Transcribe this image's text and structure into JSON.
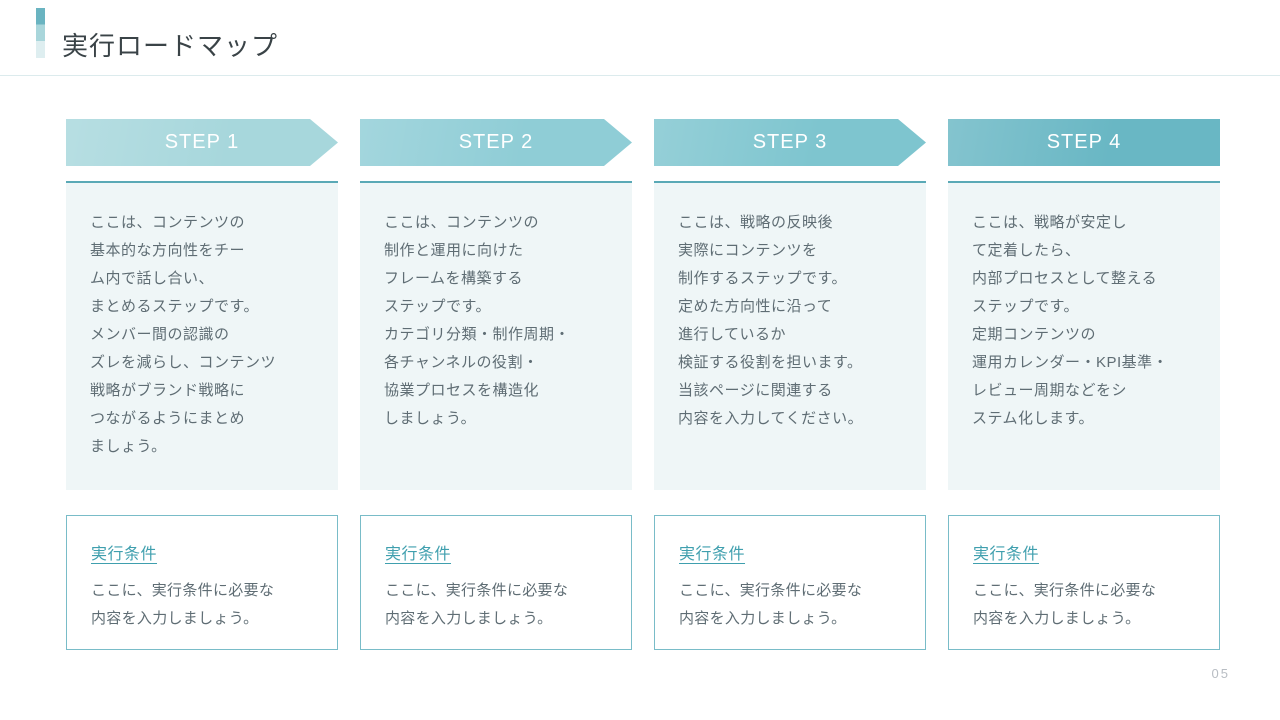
{
  "slide": {
    "title": "実行ロードマップ",
    "page_number": "05"
  },
  "colors": {
    "accent_bar_top": "#6ab4c1",
    "accent_bar_middle": "#a9d6db",
    "accent_bar_bottom": "#deeef0",
    "header_divider": "#dcebed",
    "step_underline": "#5aa9b6",
    "description_background": "#eff6f7",
    "condition_border": "#79bcc8",
    "condition_link": "#3f9fae",
    "body_text": "#5f6d74",
    "title_text": "#3a4347",
    "page_number_text": "#b8bdc3"
  },
  "steps": [
    {
      "label": "STEP 1",
      "header_color": "#a7d7dc",
      "description": "ここは、コンテンツの\n基本的な方向性をチー\nム内で話し合い、\nまとめるステップです。\nメンバー間の認識の\nズレを減らし、コンテンツ\n戦略がブランド戦略に\nつながるようにまとめ\nましょう。",
      "condition_title": "実行条件",
      "condition_body": "ここに、実行条件に必要な\n内容を入力しましょう。"
    },
    {
      "label": "STEP 2",
      "header_color": "#8fcdd6",
      "description": "ここは、コンテンツの\n制作と運用に向けた\nフレームを構築する\nステップです。\nカテゴリ分類・制作周期・\n各チャンネルの役割・\n協業プロセスを構造化\nしましょう。",
      "condition_title": "実行条件",
      "condition_body": "ここに、実行条件に必要な\n内容を入力しましょう。"
    },
    {
      "label": "STEP 3",
      "header_color": "#7ec5cf",
      "description": "ここは、戦略の反映後\n実際にコンテンツを\n制作するステップです。\n定めた方向性に沿って\n進行しているか\n検証する役割を担います。\n当該ページに関連する\n内容を入力してください。",
      "condition_title": "実行条件",
      "condition_body": "ここに、実行条件に必要な\n内容を入力しましょう。"
    },
    {
      "label": "STEP 4",
      "header_color": "#69b7c4",
      "description": "ここは、戦略が安定し\nて定着したら、\n内部プロセスとして整える\nステップです。\n定期コンテンツの\n運用カレンダー・KPI基準・\nレビュー周期などをシ\nステム化します。",
      "condition_title": "実行条件",
      "condition_body": "ここに、実行条件に必要な\n内容を入力しましょう。"
    }
  ]
}
